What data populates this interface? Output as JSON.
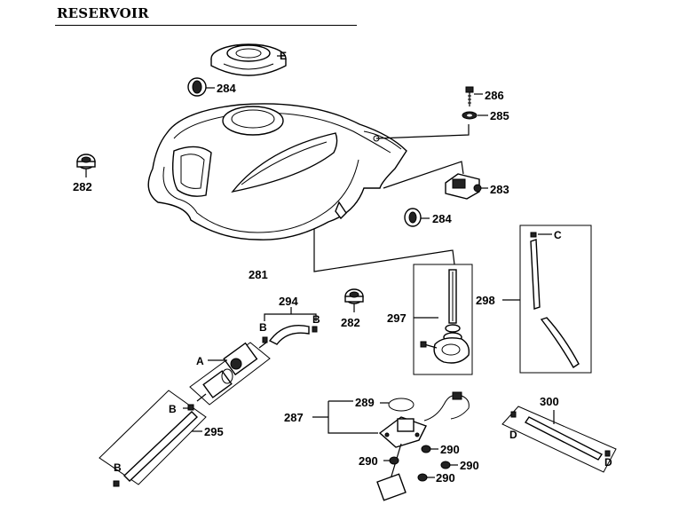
{
  "title": "RESERVOIR",
  "callouts": {
    "tank": "281",
    "cap_seal": "284",
    "cap_letter": "E",
    "bolt": "286",
    "washer": "285",
    "grommet_left": "282",
    "bracket": "283",
    "grommet_right": "284",
    "fuel_tap": "297",
    "hose_top": "298",
    "hose_top_letter": "C",
    "grommet_lower": "282",
    "hose_small": "294",
    "hose_small_b1": "B",
    "hose_small_b2": "B",
    "filter_letter": "A",
    "hose_long": "295",
    "hose_long_b1": "B",
    "hose_long_b2": "B",
    "pump": "287",
    "oring": "289",
    "nut_1": "290",
    "nut_2": "290",
    "nut_3": "290",
    "nut_4": "290",
    "hose_vent": "300",
    "hose_vent_d1": "D",
    "hose_vent_d2": "D"
  }
}
